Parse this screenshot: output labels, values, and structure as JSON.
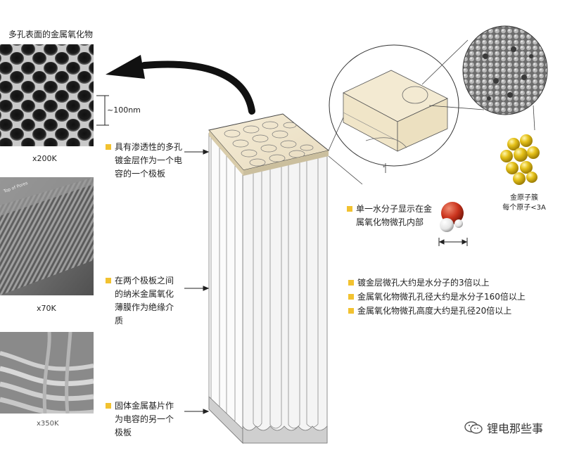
{
  "top_title": "多孔表面的金属氧化物",
  "scale_label": "~100nm",
  "micrographs": [
    {
      "name": "sem-top-view",
      "magnification": "x200K"
    },
    {
      "name": "sem-angled-view",
      "magnification": "x70K",
      "overlay_text": "Top of Pores"
    },
    {
      "name": "sem-bottom-view",
      "magnification": "x350K"
    }
  ],
  "annotations_left": [
    {
      "lines": [
        "具有渗透性的多孔",
        "镀金层作为一个电",
        "容的一个极板"
      ]
    },
    {
      "lines": [
        "在两个极板之间",
        "的纳米金属氧化",
        "薄膜作为绝缘介",
        "质"
      ]
    },
    {
      "lines": [
        "固体金属基片作",
        "为电容的另一个",
        "极板"
      ]
    }
  ],
  "water_note": {
    "lines": [
      "单一水分子显示在金",
      "属氧化物微孔内部"
    ]
  },
  "gold_cluster": {
    "lines": [
      "金原子簇",
      "每个原子<3A"
    ]
  },
  "facts": [
    "镀金层微孔大约是水分子的3倍以上",
    "金属氧化物微孔孔径大约是水分子160倍以上",
    "金属氧化物微孔高度大约是孔径20倍以上"
  ],
  "watermark": "锂电那些事",
  "colors": {
    "bullet": "#f2c230",
    "gold": "#e6c21a",
    "water_red": "#c9321c",
    "top_plate": "#efe4c8"
  }
}
